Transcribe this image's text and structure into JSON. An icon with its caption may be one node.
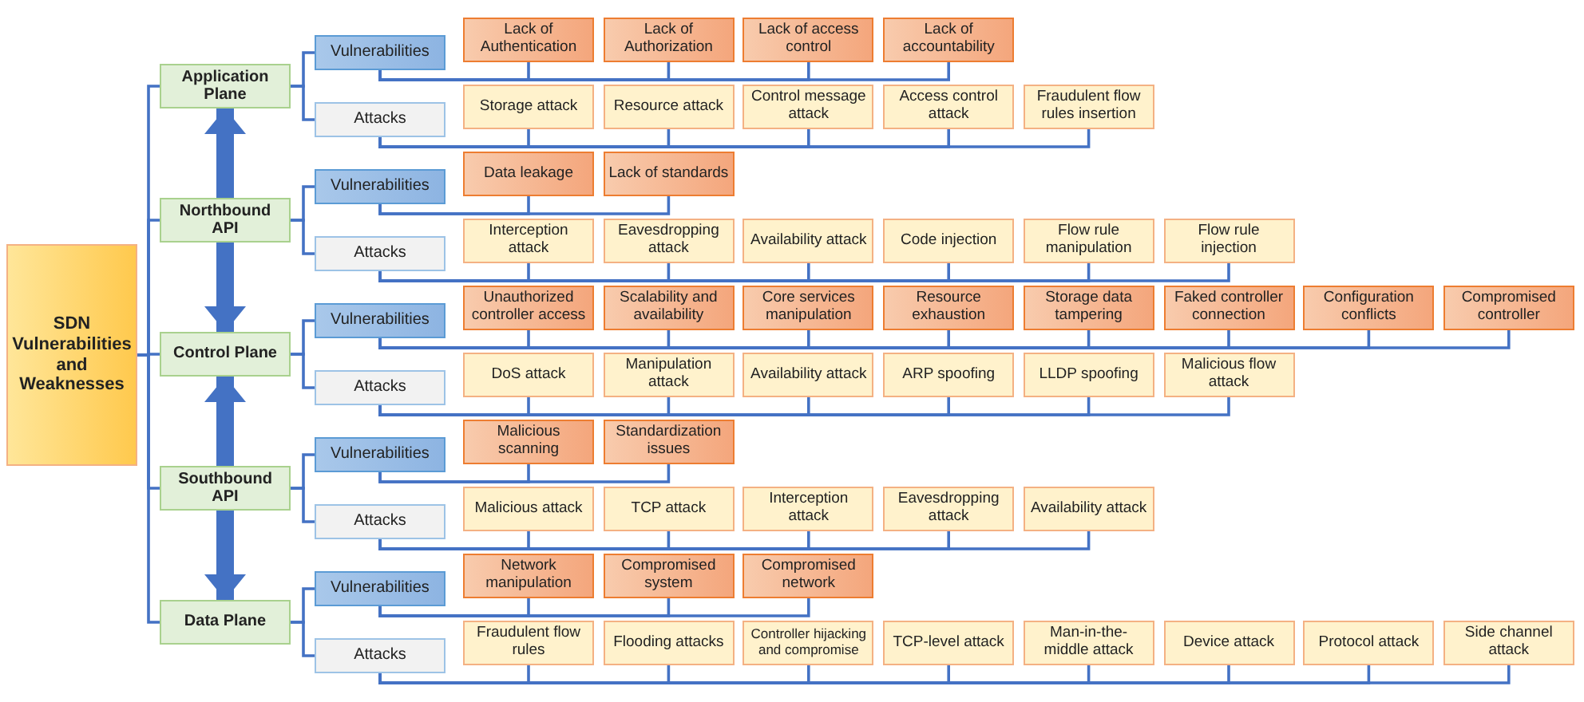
{
  "diagram": {
    "nodes": [
      {
        "text": [
          "SDN Vulnerabilities and Weaknesses"
        ]
      },
      {
        "text": [
          "Application Plane"
        ]
      },
      {
        "text": [
          "Vulnerabilities"
        ]
      },
      {
        "text": [
          "Attacks"
        ]
      },
      {
        "text": [
          "Lack of Authentication"
        ]
      },
      {
        "text": [
          "Lack of Authorization"
        ]
      },
      {
        "text": [
          "Lack of access control"
        ]
      },
      {
        "text": [
          "Lack of accountability"
        ]
      },
      {
        "text": [
          "Storage attack"
        ]
      },
      {
        "text": [
          "Resource attack"
        ]
      },
      {
        "text": [
          "Control message attack"
        ]
      },
      {
        "text": [
          "Access control attack"
        ]
      },
      {
        "text": [
          "Fraudulent flow rules insertion"
        ]
      },
      {
        "text": [
          "Northbound API"
        ]
      },
      {
        "text": [
          "Vulnerabilities"
        ]
      },
      {
        "text": [
          "Attacks"
        ]
      },
      {
        "text": [
          "Data leakage"
        ]
      },
      {
        "text": [
          "Lack of standards"
        ]
      },
      {
        "text": [
          "Interception attack"
        ]
      },
      {
        "text": [
          "Eavesdropping attack"
        ]
      },
      {
        "text": [
          "Availability attack"
        ]
      },
      {
        "text": [
          "Code injection"
        ]
      },
      {
        "text": [
          "Flow rule manipulation"
        ]
      },
      {
        "text": [
          "Flow rule injection"
        ]
      },
      {
        "text": [
          "Control Plane"
        ]
      },
      {
        "text": [
          "Vulnerabilities"
        ]
      },
      {
        "text": [
          "Attacks"
        ]
      },
      {
        "text": [
          "Unauthorized controller access"
        ]
      },
      {
        "text": [
          "Scalability and availability"
        ]
      },
      {
        "text": [
          "Core services manipulation"
        ]
      },
      {
        "text": [
          "Resource exhaustion"
        ]
      },
      {
        "text": [
          "Storage data tampering"
        ]
      },
      {
        "text": [
          "Faked controller connection"
        ]
      },
      {
        "text": [
          "Configuration conflicts"
        ]
      },
      {
        "text": [
          "Compromised controller"
        ]
      },
      {
        "text": [
          "DoS attack"
        ]
      },
      {
        "text": [
          "Manipulation attack"
        ]
      },
      {
        "text": [
          "Availability attack"
        ]
      },
      {
        "text": [
          "ARP spoofing"
        ]
      },
      {
        "text": [
          "LLDP spoofing"
        ]
      },
      {
        "text": [
          "Malicious flow attack"
        ]
      },
      {
        "text": [
          "Southbound API"
        ]
      },
      {
        "text": [
          "Vulnerabilities"
        ]
      },
      {
        "text": [
          "Attacks"
        ]
      },
      {
        "text": [
          "Malicious scanning"
        ]
      },
      {
        "text": [
          "Standardization issues"
        ]
      },
      {
        "text": [
          "Malicious attack"
        ]
      },
      {
        "text": [
          "TCP attack"
        ]
      },
      {
        "text": [
          "Interception attack"
        ]
      },
      {
        "text": [
          "Eavesdropping attack"
        ]
      },
      {
        "text": [
          "Availability attack"
        ]
      },
      {
        "text": [
          "Data Plane"
        ]
      },
      {
        "text": [
          "Vulnerabilities"
        ]
      },
      {
        "text": [
          "Attacks"
        ]
      },
      {
        "text": [
          "Network manipulation"
        ]
      },
      {
        "text": [
          "Compromised system"
        ]
      },
      {
        "text": [
          "Compromised network"
        ]
      },
      {
        "text": [
          "Fraudulent flow rules"
        ]
      },
      {
        "text": [
          "Flooding attacks"
        ]
      },
      {
        "text": [
          "Controller hijacking and compromise"
        ]
      },
      {
        "text": [
          "TCP-level attack"
        ]
      },
      {
        "text": [
          "Man-in-the-middle attack"
        ]
      },
      {
        "text": [
          "Device attack"
        ]
      },
      {
        "text": [
          "Protocol attack"
        ]
      },
      {
        "text": [
          "Side channel attack"
        ]
      }
    ],
    "edges": [
      {
        "from": 0,
        "to": 1,
        "arrow": "none"
      },
      {
        "from": 0,
        "to": 13,
        "arrow": "none"
      },
      {
        "from": 0,
        "to": 24,
        "arrow": "none"
      },
      {
        "from": 0,
        "to": 41,
        "arrow": "none"
      },
      {
        "from": 0,
        "to": 51,
        "arrow": "none"
      },
      {
        "from": 1,
        "to": 2,
        "arrow": "none"
      },
      {
        "from": 1,
        "to": 3,
        "arrow": "none"
      },
      {
        "from": 2,
        "to": 4,
        "arrow": "none"
      },
      {
        "from": 2,
        "to": 5,
        "arrow": "none"
      },
      {
        "from": 2,
        "to": 6,
        "arrow": "none"
      },
      {
        "from": 2,
        "to": 7,
        "arrow": "none"
      },
      {
        "from": 3,
        "to": 8,
        "arrow": "none"
      },
      {
        "from": 3,
        "to": 9,
        "arrow": "none"
      },
      {
        "from": 3,
        "to": 10,
        "arrow": "none"
      },
      {
        "from": 3,
        "to": 11,
        "arrow": "none"
      },
      {
        "from": 3,
        "to": 12,
        "arrow": "none"
      },
      {
        "from": 13,
        "to": 14,
        "arrow": "none"
      },
      {
        "from": 13,
        "to": 15,
        "arrow": "none"
      },
      {
        "from": 14,
        "to": 16,
        "arrow": "none"
      },
      {
        "from": 14,
        "to": 17,
        "arrow": "none"
      },
      {
        "from": 15,
        "to": 18,
        "arrow": "none"
      },
      {
        "from": 15,
        "to": 19,
        "arrow": "none"
      },
      {
        "from": 15,
        "to": 20,
        "arrow": "none"
      },
      {
        "from": 15,
        "to": 21,
        "arrow": "none"
      },
      {
        "from": 15,
        "to": 22,
        "arrow": "none"
      },
      {
        "from": 15,
        "to": 23,
        "arrow": "none"
      },
      {
        "from": 24,
        "to": 25,
        "arrow": "none"
      },
      {
        "from": 24,
        "to": 26,
        "arrow": "none"
      },
      {
        "from": 25,
        "to": 27,
        "arrow": "none"
      },
      {
        "from": 25,
        "to": 28,
        "arrow": "none"
      },
      {
        "from": 25,
        "to": 29,
        "arrow": "none"
      },
      {
        "from": 25,
        "to": 30,
        "arrow": "none"
      },
      {
        "from": 25,
        "to": 31,
        "arrow": "none"
      },
      {
        "from": 25,
        "to": 32,
        "arrow": "none"
      },
      {
        "from": 25,
        "to": 33,
        "arrow": "none"
      },
      {
        "from": 25,
        "to": 34,
        "arrow": "none"
      },
      {
        "from": 26,
        "to": 35,
        "arrow": "none"
      },
      {
        "from": 26,
        "to": 36,
        "arrow": "none"
      },
      {
        "from": 26,
        "to": 37,
        "arrow": "none"
      },
      {
        "from": 26,
        "to": 38,
        "arrow": "none"
      },
      {
        "from": 26,
        "to": 39,
        "arrow": "none"
      },
      {
        "from": 26,
        "to": 40,
        "arrow": "none"
      },
      {
        "from": 41,
        "to": 42,
        "arrow": "none"
      },
      {
        "from": 41,
        "to": 43,
        "arrow": "none"
      },
      {
        "from": 42,
        "to": 44,
        "arrow": "none"
      },
      {
        "from": 42,
        "to": 45,
        "arrow": "none"
      },
      {
        "from": 43,
        "to": 46,
        "arrow": "none"
      },
      {
        "from": 43,
        "to": 47,
        "arrow": "none"
      },
      {
        "from": 43,
        "to": 48,
        "arrow": "none"
      },
      {
        "from": 43,
        "to": 49,
        "arrow": "none"
      },
      {
        "from": 43,
        "to": 50,
        "arrow": "none"
      },
      {
        "from": 51,
        "to": 52,
        "arrow": "none"
      },
      {
        "from": 51,
        "to": 53,
        "arrow": "none"
      },
      {
        "from": 52,
        "to": 54,
        "arrow": "none"
      },
      {
        "from": 52,
        "to": 55,
        "arrow": "none"
      },
      {
        "from": 52,
        "to": 56,
        "arrow": "none"
      },
      {
        "from": 53,
        "to": 57,
        "arrow": "none"
      },
      {
        "from": 53,
        "to": 58,
        "arrow": "none"
      },
      {
        "from": 53,
        "to": 59,
        "arrow": "none"
      },
      {
        "from": 53,
        "to": 60,
        "arrow": "none"
      },
      {
        "from": 53,
        "to": 61,
        "arrow": "none"
      },
      {
        "from": 53,
        "to": 62,
        "arrow": "none"
      },
      {
        "from": 53,
        "to": 63,
        "arrow": "none"
      },
      {
        "from": 53,
        "to": 64,
        "arrow": "none"
      },
      {
        "from": 13,
        "to": 1,
        "arrow": "to",
        "style": "thick"
      },
      {
        "from": 13,
        "to": 24,
        "arrow": "to",
        "style": "thick"
      },
      {
        "from": 41,
        "to": 24,
        "arrow": "to",
        "style": "thick"
      },
      {
        "from": 41,
        "to": 51,
        "arrow": "to",
        "style": "thick"
      }
    ]
  }
}
